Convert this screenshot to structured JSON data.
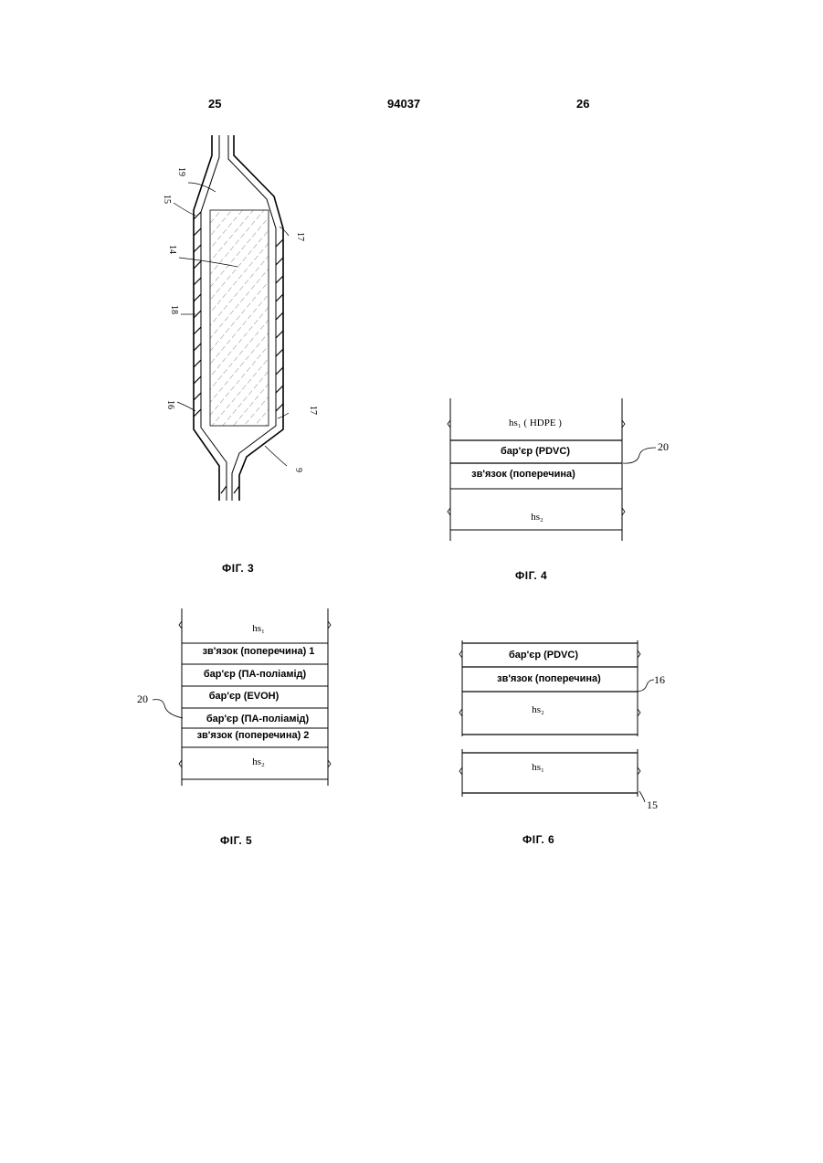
{
  "header": {
    "left_page": "25",
    "patent_number": "94037",
    "right_page": "26"
  },
  "fig3": {
    "caption": "ФІГ. 3",
    "refs": [
      "19",
      "15",
      "14",
      "18",
      "16",
      "17",
      "17",
      "9"
    ]
  },
  "fig4": {
    "caption": "ФІГ. 4",
    "layers": [
      "hs₁ ( HDPE )",
      "бар'єр (PDVC)",
      "зв'язок (поперечина)",
      "hs₂"
    ],
    "ref": "20"
  },
  "fig5": {
    "caption": "ФІГ. 5",
    "layers": [
      "hs₁",
      "зв'язок (поперечина) 1",
      "бар'єр (ПА-поліамід)",
      "бар'єр (EVOH)",
      "бар'єр (ПА-поліамід)",
      "зв'язок (поперечина) 2",
      "hs₂"
    ],
    "ref": "20"
  },
  "fig6": {
    "caption": "ФІГ. 6",
    "layers": [
      "бар'єр (PDVC)",
      "зв'язок (поперечина)",
      "hs₂",
      "hs₁"
    ],
    "ref_top": "16",
    "ref_bottom": "15"
  }
}
